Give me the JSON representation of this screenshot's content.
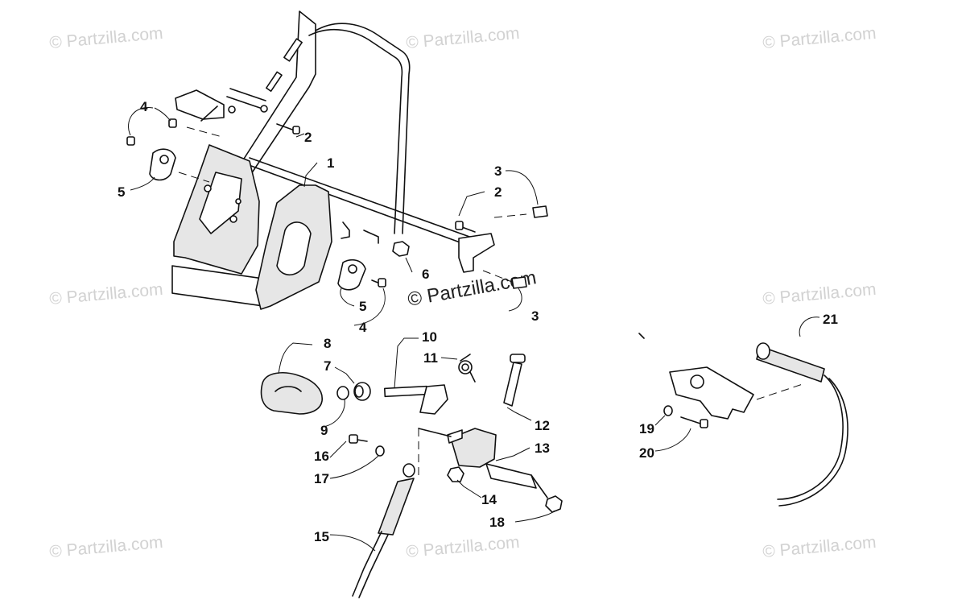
{
  "watermark": "© Partzilla.com",
  "watermark_center": "© Partzilla.com",
  "callouts": {
    "c1": "1",
    "c2a": "2",
    "c2b": "2",
    "c3a": "3",
    "c3b": "3",
    "c4a": "4",
    "c4b": "4",
    "c5a": "5",
    "c5b": "5",
    "c6": "6",
    "c7": "7",
    "c8": "8",
    "c9": "9",
    "c10": "10",
    "c11": "11",
    "c12": "12",
    "c13": "13",
    "c14": "14",
    "c15": "15",
    "c16": "16",
    "c17": "17",
    "c18": "18",
    "c19": "19",
    "c20": "20",
    "c21": "21"
  }
}
